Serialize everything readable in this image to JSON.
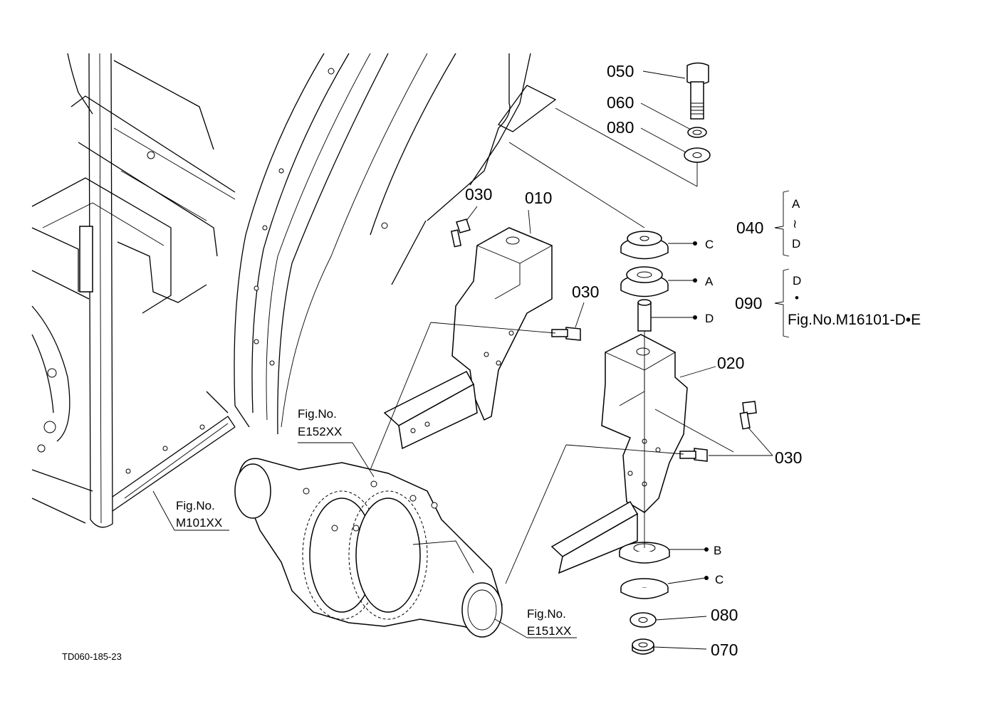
{
  "diagram_code": "TD060-185-23",
  "callouts": {
    "p050": "050",
    "p060": "060",
    "p080_top": "080",
    "p040": "040",
    "p090": "090",
    "p030_a": "030",
    "p010": "010",
    "p030_b": "030",
    "p020": "020",
    "p030_c": "030",
    "p080_bottom": "080",
    "p070": "070"
  },
  "group_040": {
    "from": "A",
    "tilde": "≀",
    "to": "D"
  },
  "group_090": {
    "from": "D",
    "dot": "•",
    "ref": "Fig.No.M16101-D•E"
  },
  "variant_labels": {
    "cushion_top_c": "C",
    "cushion_top_a": "A",
    "collar_d": "D",
    "cushion_bottom_b": "B",
    "cushion_bottom_c": "C"
  },
  "fig_refs": {
    "e152": {
      "line1": "Fig.No.",
      "line2": "E152XX"
    },
    "m101": {
      "line1": "Fig.No.",
      "line2": "M101XX"
    },
    "e151": {
      "line1": "Fig.No.",
      "line2": "E151XX"
    }
  }
}
